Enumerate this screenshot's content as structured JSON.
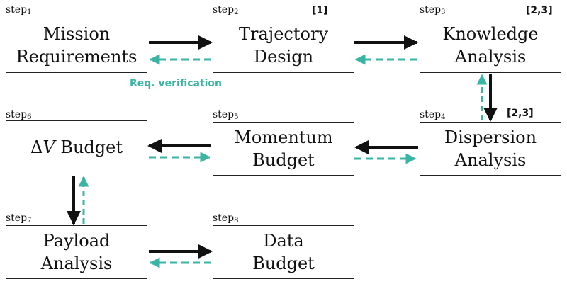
{
  "colors": {
    "box_border": "#222222",
    "forward_arrow": "#111111",
    "verification_arrow": "#3bb5a3"
  },
  "steps": [
    {
      "step_prefix": "step",
      "step_num": "1",
      "line1": "Mission",
      "line2": "Requirements"
    },
    {
      "step_prefix": "step",
      "step_num": "2",
      "line1": "Trajectory",
      "line2": "Design"
    },
    {
      "step_prefix": "step",
      "step_num": "3",
      "line1": "Knowledge",
      "line2": "Analysis"
    },
    {
      "step_prefix": "step",
      "step_num": "4",
      "line1": "Dispersion",
      "line2": "Analysis"
    },
    {
      "step_prefix": "step",
      "step_num": "5",
      "line1": "Momentum",
      "line2": "Budget"
    },
    {
      "step_prefix": "step",
      "step_num": "6",
      "delta": "Δ",
      "var": "V",
      "line1": "Budget",
      "line2": ""
    },
    {
      "step_prefix": "step",
      "step_num": "7",
      "line1": "Payload",
      "line2": "Analysis"
    },
    {
      "step_prefix": "step",
      "step_num": "8",
      "line1": "Data",
      "line2": "Budget"
    }
  ],
  "refs": {
    "step2": "[1]",
    "step3": "[2,3]",
    "step4": "[2,3]"
  },
  "note": "Req. verification"
}
